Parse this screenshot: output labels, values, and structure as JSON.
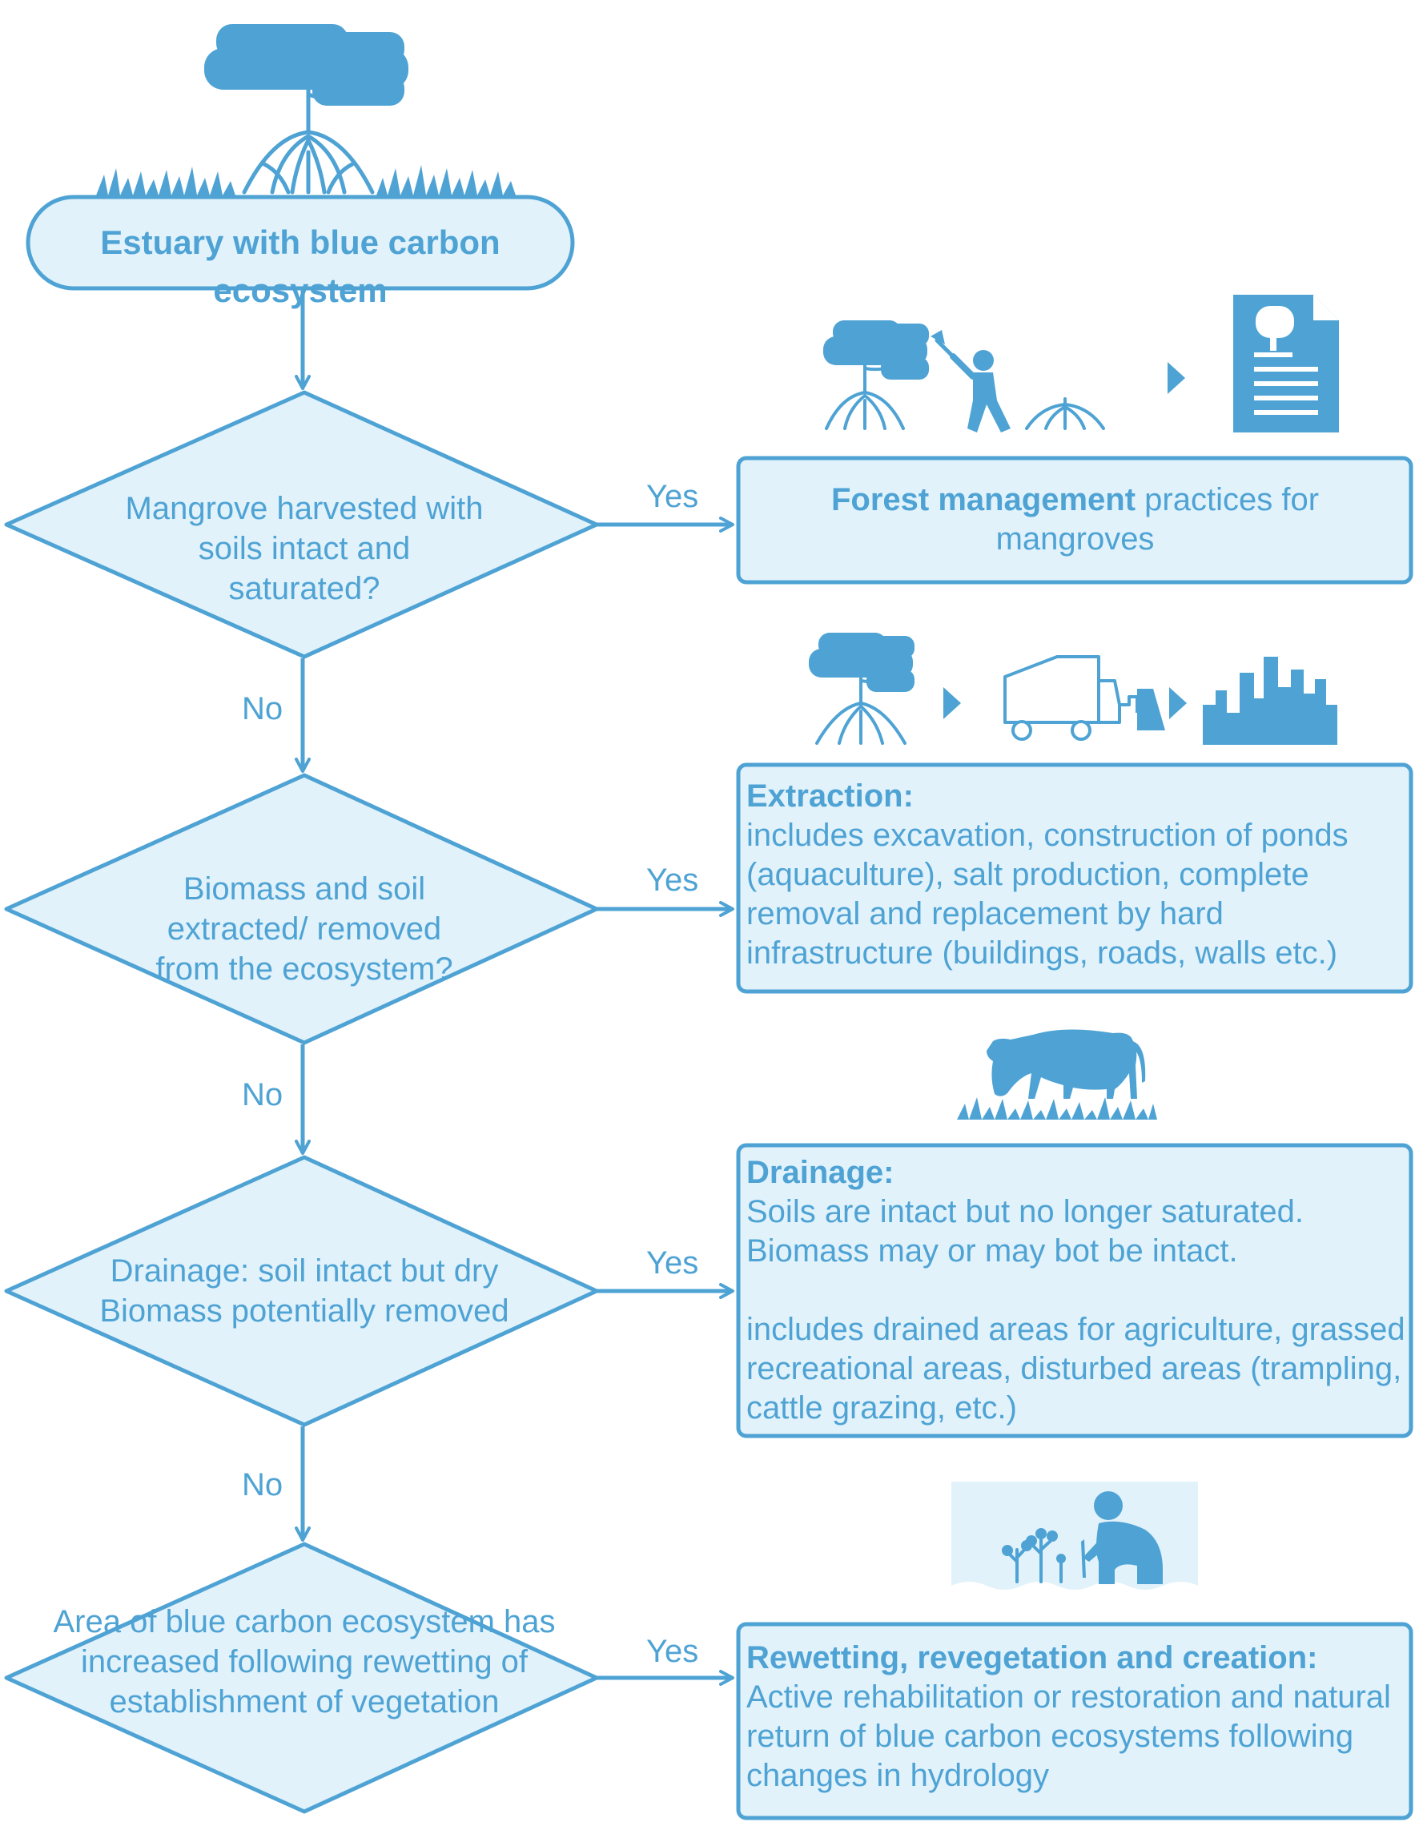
{
  "start": {
    "label": "Estuary with blue carbon ecosystem"
  },
  "decisions": [
    {
      "question": "Mangrove harvested with soils intact and saturated?",
      "yes_label": "Yes",
      "no_label": "No"
    },
    {
      "question": "Biomass and soil extracted/ removed from the ecosystem?",
      "yes_label": "Yes",
      "no_label": "No"
    },
    {
      "question": "Drainage: soil intact but dry Biomass potentially removed",
      "yes_label": "Yes",
      "no_label": "No"
    },
    {
      "question": "Area of blue carbon ecosystem has increased following rewetting of establishment of vegetation",
      "yes_label": "Yes"
    }
  ],
  "outcomes": [
    {
      "title": "Forest management",
      "title_suffix": " practices for mangroves",
      "body": ""
    },
    {
      "title": "Extraction:",
      "body": "includes excavation, construction of ponds (aquaculture), salt production, complete removal and replacement by hard infrastructure (buildings, roads, walls etc.)"
    },
    {
      "title": "Drainage:",
      "body": "Soils are intact but no longer saturated. Biomass may or may bot be intact.\n\nincludes drained areas for agriculture, grassed recreational areas, disturbed areas (trampling, cattle grazing, etc.)"
    },
    {
      "title": "Rewetting, revegetation and creation:",
      "body": "Active rehabilitation or restoration and natural return of blue carbon ecosystems following changes in hydrology"
    }
  ],
  "colors": {
    "fill": "#e2f2fb",
    "stroke": "#4ea3d4",
    "icon": "#4ea3d4",
    "text": "#4ea3d4"
  },
  "icons": [
    "mangrove-icon",
    "woodcutter-icon",
    "document-icon",
    "truck-icon",
    "city-icon",
    "cow-icon",
    "planting-person-icon",
    "arrow-right-icon"
  ]
}
